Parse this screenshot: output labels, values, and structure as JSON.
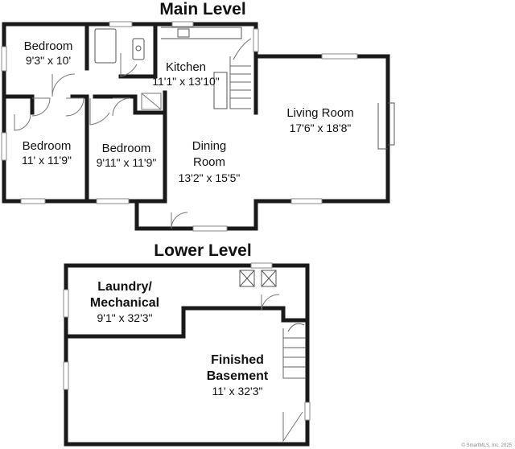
{
  "levels": [
    {
      "title": "Main Level",
      "rooms": [
        {
          "name": "Bedroom",
          "dims": "9'3\" x 10'"
        },
        {
          "name": "Kitchen",
          "dims": "11'1\" x 13'10\""
        },
        {
          "name": "Living Room",
          "dims": "17'6\" x 18'8\""
        },
        {
          "name": "Bedroom",
          "dims": "11' x 11'9\""
        },
        {
          "name": "Bedroom",
          "dims": "9'11\" x 11'9\""
        },
        {
          "name_line1": "Dining",
          "name_line2": "Room",
          "dims": "13'2\" x 15'5\""
        }
      ]
    },
    {
      "title": "Lower Level",
      "rooms": [
        {
          "name_line1": "Laundry/",
          "name_line2": "Mechanical",
          "dims": "9'1\" x 32'3\""
        },
        {
          "name_line1": "Finished",
          "name_line2": "Basement",
          "dims": "11' x 32'3\""
        }
      ]
    }
  ],
  "credit": "© SmartMLS, Inc. 2025"
}
